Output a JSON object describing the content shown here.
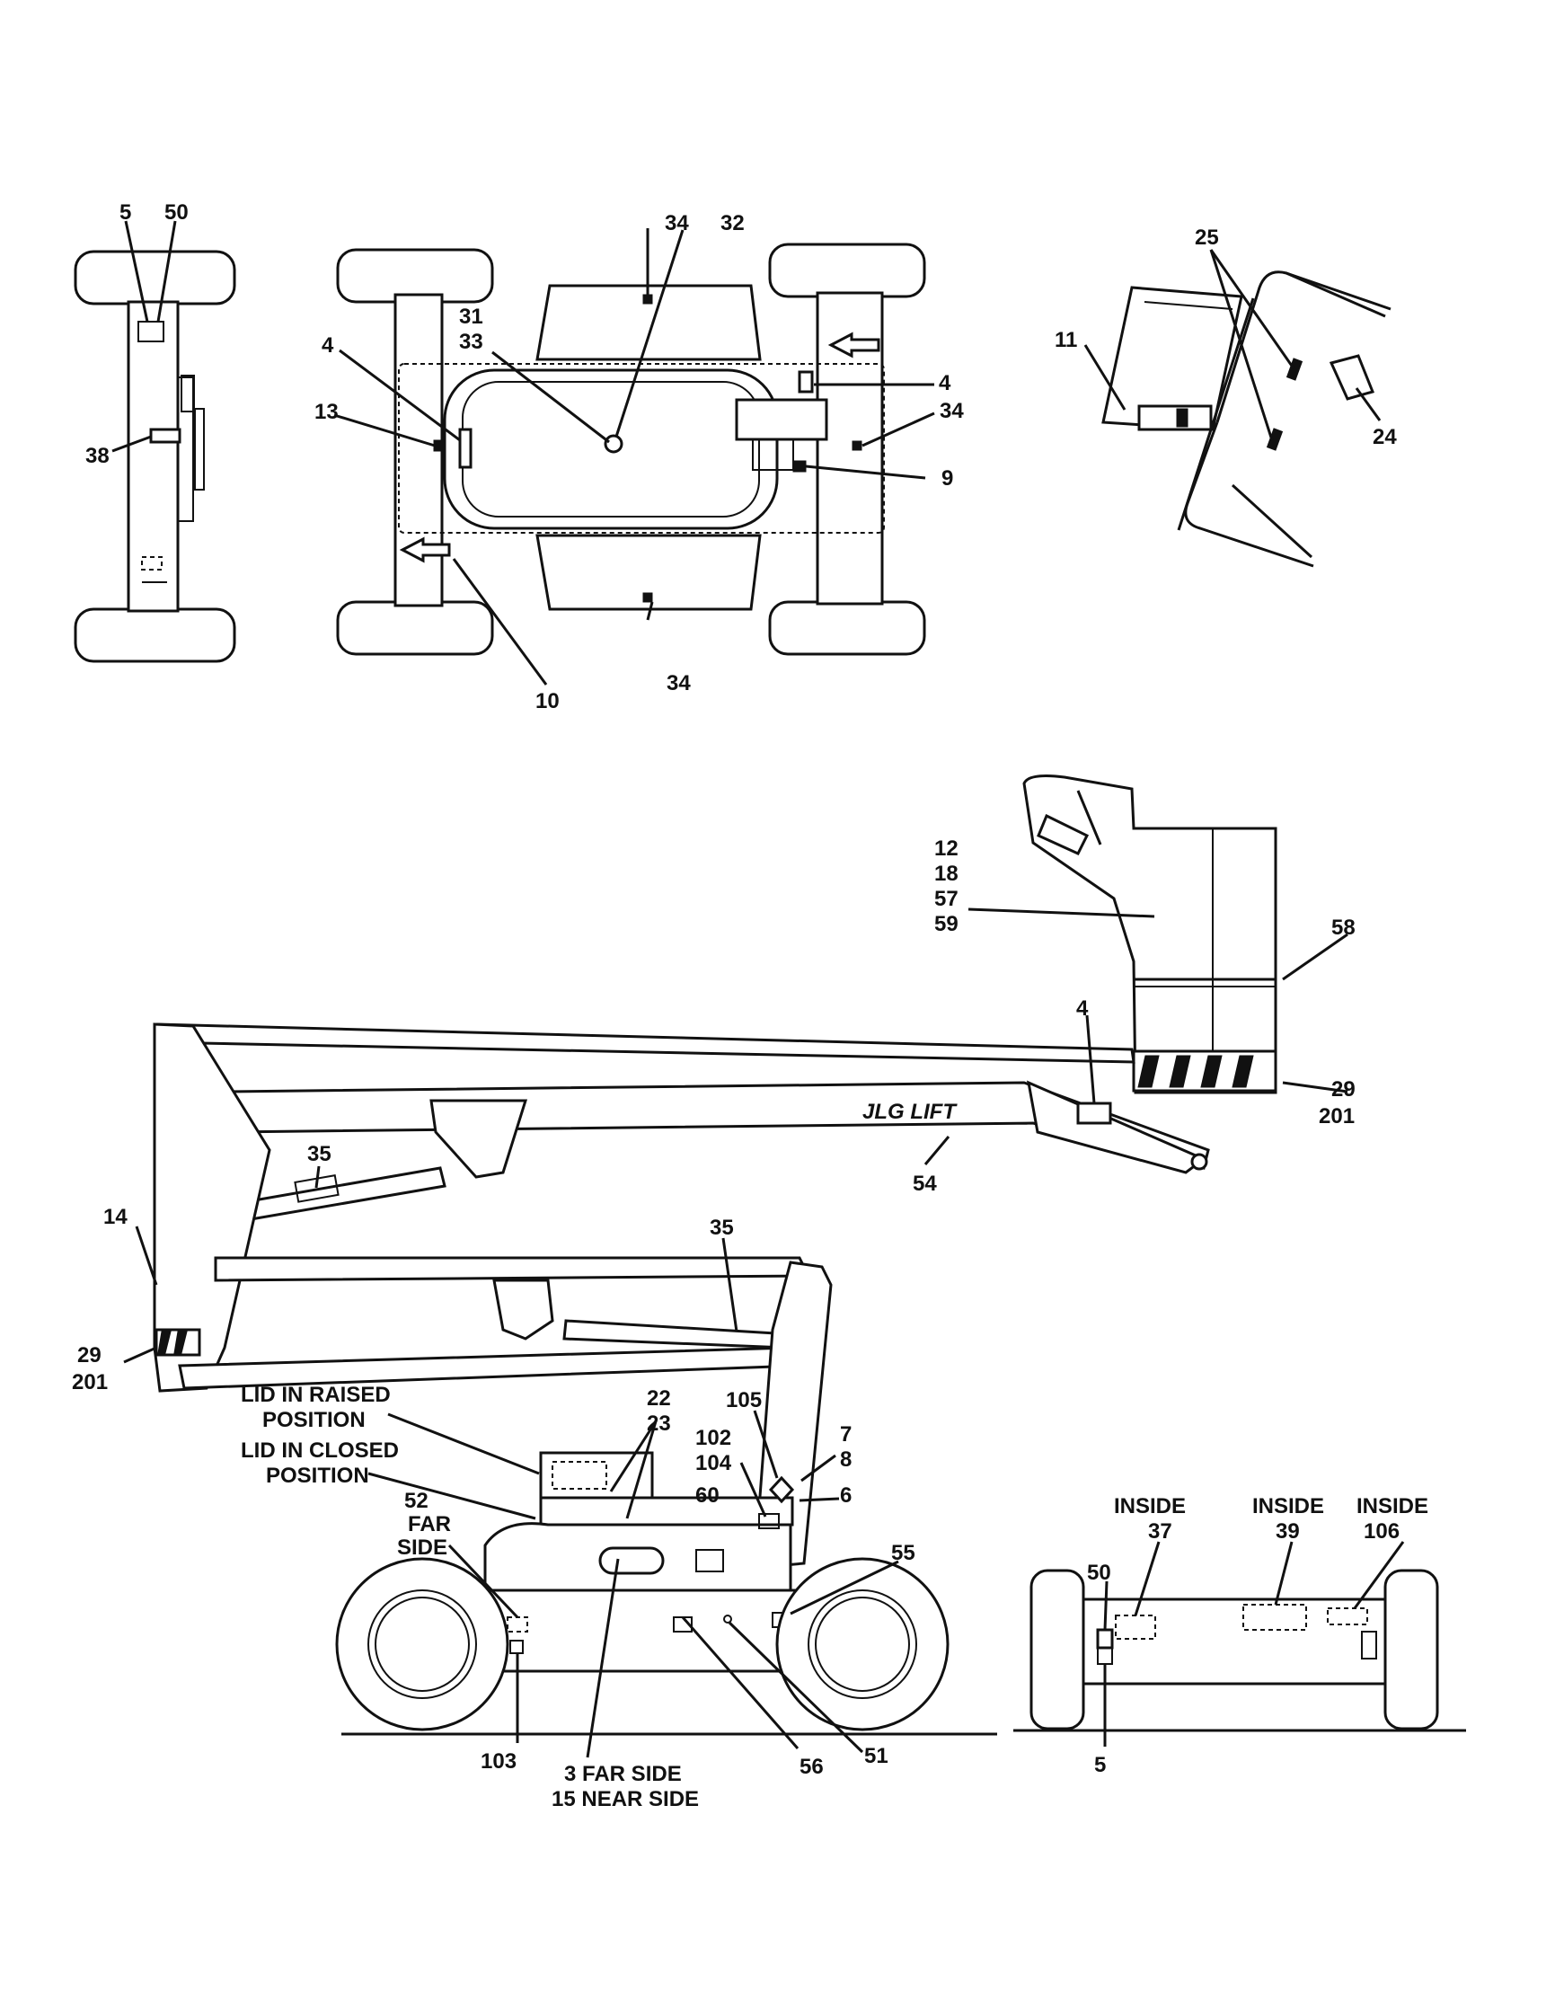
{
  "callouts": {
    "top_left_view": [
      "5",
      "50",
      "38"
    ],
    "top_view": [
      "34",
      "32",
      "31",
      "33",
      "4",
      "13",
      "4",
      "34",
      "9",
      "10",
      "34"
    ],
    "platform_detail": [
      "25",
      "11",
      "24"
    ],
    "side_view": [
      "12",
      "18",
      "57",
      "59",
      "58",
      "4",
      "29",
      "201",
      "54",
      "35",
      "14",
      "35",
      "29",
      "201",
      "22",
      "23",
      "105",
      "102",
      "104",
      "7",
      "8",
      "6",
      "60",
      "52",
      "55",
      "103",
      "56",
      "51"
    ],
    "rear_view": [
      "50",
      "5"
    ]
  },
  "notes": {
    "lid_raised_1": "LID IN RAISED",
    "lid_raised_2": "POSITION",
    "lid_closed_1": "LID IN CLOSED",
    "lid_closed_2": "POSITION",
    "far_side_1": "FAR",
    "far_side_2": "SIDE",
    "item3": "3 FAR SIDE",
    "item15": "15 NEAR SIDE",
    "inside": "INSIDE",
    "inside37": "37",
    "inside39": "39",
    "inside106": "106"
  },
  "brand_text": "JLG LIFT",
  "icons": [
    "direction-arrow-icon",
    "warning-stripe-decal",
    "ce-diamond-icon"
  ]
}
